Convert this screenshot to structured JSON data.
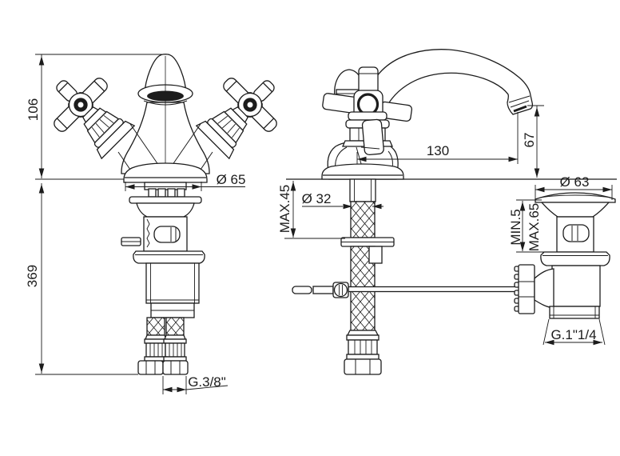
{
  "drawing": {
    "type": "technical-dimension-drawing",
    "subject": "two-handle basin mixer tap with flexible supply hoses and pop-up waste",
    "colors": {
      "line": "#1c1c1c",
      "background": "#ffffff"
    },
    "views": {
      "front": {
        "name": "front-view",
        "dims": {
          "body_height": "106",
          "total_height_below": "369",
          "base_diameter": "Ø 65",
          "supply_thread": "G.3/8\""
        }
      },
      "side": {
        "name": "side-view",
        "dims": {
          "spout_reach": "130",
          "spout_height": "67",
          "shank_diameter": "Ø 32",
          "max_deck_thickness": "MAX.45"
        }
      },
      "waste": {
        "name": "pop-up-waste-view",
        "dims": {
          "flange_diameter": "Ø 63",
          "min_deck_thickness": "MIN.5",
          "max_deck_thickness": "MAX.65",
          "waste_thread": "G.1\"1/4"
        }
      }
    }
  }
}
